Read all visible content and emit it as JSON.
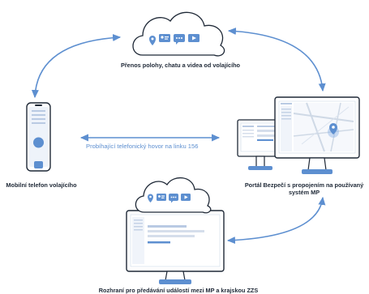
{
  "labels": {
    "cloud_top": "Přenos polohy, chatu a videa od volajícího",
    "phone": "Mobilní telefon volajícího",
    "call_link": "Probíhající telefonický hovor na linku 156",
    "portal_line1": "Portál Bezpečí s propojením na používaný",
    "portal_line2": "systém MP",
    "interface": "Rozhraní pro předávání událostí mezi MP a krajskou ZZS"
  },
  "icons": {
    "cloud_services": [
      "location-pin-icon",
      "contact-card-icon",
      "chat-icon",
      "video-play-icon"
    ]
  },
  "colors": {
    "accent": "#5d8fd0",
    "accent_light": "#8fb3e6",
    "outline": "#1f2937",
    "panel": "#e8eef7",
    "map_road": "#cfd9e6"
  }
}
